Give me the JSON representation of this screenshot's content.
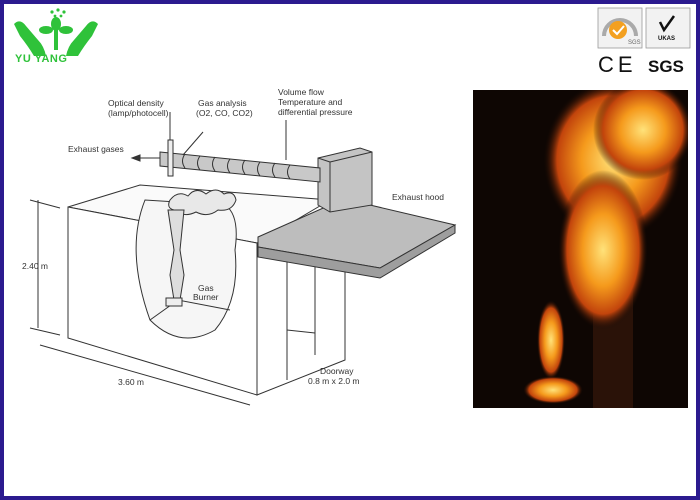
{
  "brand": {
    "name": "YU YANG",
    "color": "#2fc23a"
  },
  "certifications": {
    "badges": [
      "SGS",
      "UKAS",
      "CE",
      "SGS"
    ],
    "ce_label": "CE",
    "sgs_label": "SGS"
  },
  "diagram": {
    "labels": {
      "optical_density": "Optical density",
      "optical_density_sub": "(lamp/photocell)",
      "gas_analysis": "Gas analysis",
      "gas_analysis_sub": "(O2, CO, CO2)",
      "volume_flow": "Volume flow",
      "temperature": "Temperature and",
      "pressure": "differential pressure",
      "exhaust_gases": "Exhaust gases",
      "exhaust_hood": "Exhaust hood",
      "height": "2.40 m",
      "length": "3.60 m",
      "gas": "Gas",
      "burner": "Burner",
      "doorway": "Doorway",
      "doorway_size": "0.8 m x 2.0 m"
    }
  },
  "border_color": "#2b1a8f"
}
